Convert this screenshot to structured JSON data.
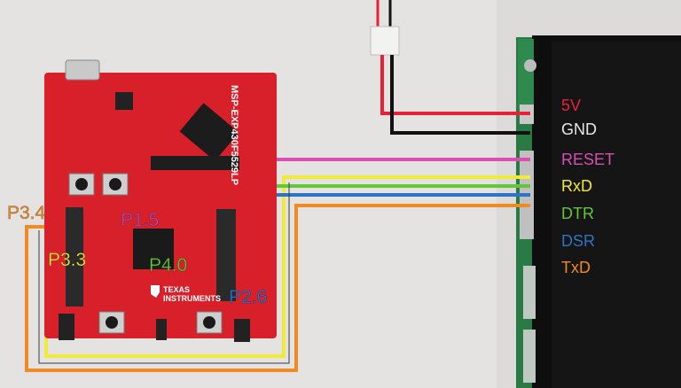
{
  "board": {
    "model_text": "MSP-EXP430F5529LP",
    "logo_line1": "TEXAS",
    "logo_line2": "INSTRUMENTS"
  },
  "pins": {
    "p3_4": "P3.4",
    "p3_3": "P3.3",
    "p1_5": "P1.5",
    "p4_0": "P4.0",
    "p2_6": "P2.6"
  },
  "signals": [
    {
      "label": "5V",
      "color": "#e8213a"
    },
    {
      "label": "GND",
      "color": "#e8e8e8"
    },
    {
      "label": "RESET",
      "color": "#d94fb0"
    },
    {
      "label": "RxD",
      "color": "#f1ea3a"
    },
    {
      "label": "DTR",
      "color": "#62c83a"
    },
    {
      "label": "DSR",
      "color": "#2e73c8"
    },
    {
      "label": "TxD",
      "color": "#f08a24"
    }
  ],
  "colors": {
    "board_red": "#d8202a",
    "wire_red": "#e8213a",
    "wire_black": "#111111",
    "wire_magenta": "#d94fb0",
    "wire_yellow": "#f1ea3a",
    "wire_green": "#62c83a",
    "wire_blue": "#2e73c8",
    "wire_orange": "#f08a24",
    "display_pcb": "#2a7a45"
  }
}
